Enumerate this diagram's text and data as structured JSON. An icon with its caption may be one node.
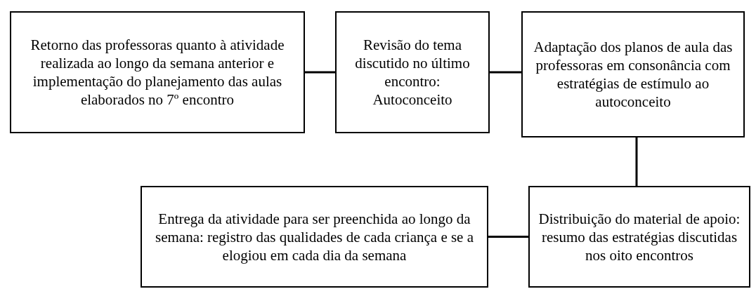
{
  "diagram": {
    "nodes": [
      {
        "text": [
          "Retorno das professoras quanto à atividade realizada ao longo da semana anterior e implementação do planejamento das aulas elaborados no 7º encontro"
        ]
      },
      {
        "text": [
          "Revisão do tema discutido no último encontro: Autoconceito"
        ]
      },
      {
        "text": [
          "Adaptação dos planos de aula das professoras em consonância com estratégias de estímulo ao autoconceito"
        ]
      },
      {
        "text": [
          "Distribuição do material de apoio: resumo das estratégias discutidas nos oito encontros"
        ]
      },
      {
        "text": [
          "Entrega da atividade para ser preenchida ao longo da semana: registro das qualidades de cada criança e se a elogiou em cada dia da semana"
        ]
      }
    ],
    "edges": [
      {
        "from": 0,
        "to": 1,
        "arrow": "none"
      },
      {
        "from": 1,
        "to": 2,
        "arrow": "none"
      },
      {
        "from": 2,
        "to": 3,
        "arrow": "none"
      },
      {
        "from": 3,
        "to": 4,
        "arrow": "none"
      }
    ]
  }
}
